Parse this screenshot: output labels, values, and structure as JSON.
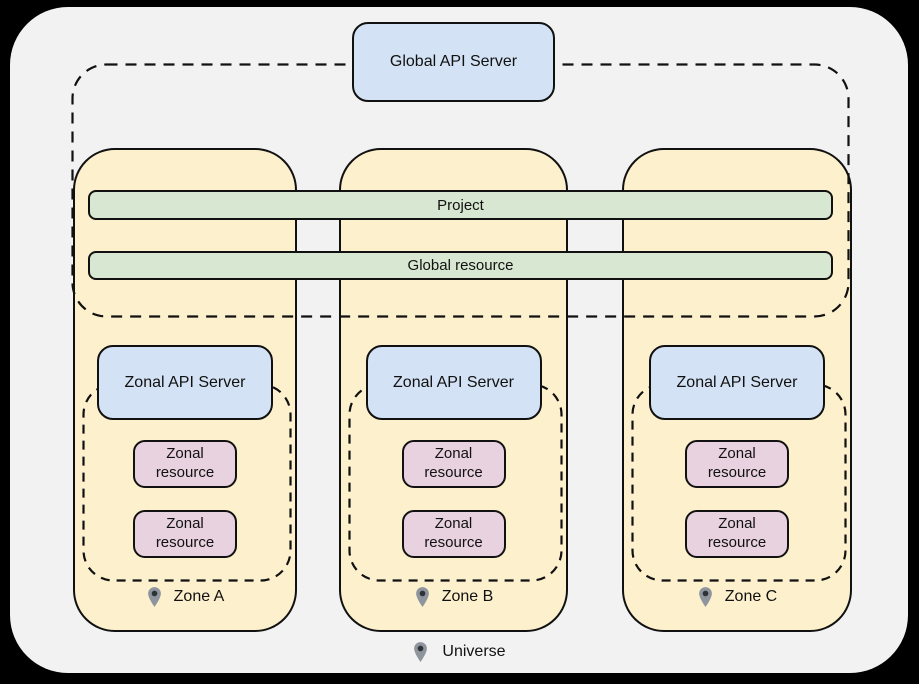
{
  "colors": {
    "background": "#000000",
    "canvas": "#f2f2f2",
    "zone_fill": "#fdf0cd",
    "server_fill": "#d3e2f4",
    "resource_fill": "#e9d2e0",
    "bar_fill": "#d8e7d1",
    "border": "#111111",
    "text": "#111111",
    "pin_body": "#8e959c",
    "pin_dot": "#2f3337"
  },
  "global_api_server": {
    "label": "Global API Server"
  },
  "bars": {
    "project": {
      "label": "Project"
    },
    "global_resource": {
      "label": "Global resource"
    }
  },
  "zones": [
    {
      "name": "Zone A",
      "api_server_label": "Zonal API Server",
      "resources": [
        "Zonal resource",
        "Zonal resource"
      ]
    },
    {
      "name": "Zone B",
      "api_server_label": "Zonal API Server",
      "resources": [
        "Zonal resource",
        "Zonal resource"
      ]
    },
    {
      "name": "Zone C",
      "api_server_label": "Zonal API Server",
      "resources": [
        "Zonal resource",
        "Zonal resource"
      ]
    }
  ],
  "universe": {
    "label": "Universe"
  }
}
